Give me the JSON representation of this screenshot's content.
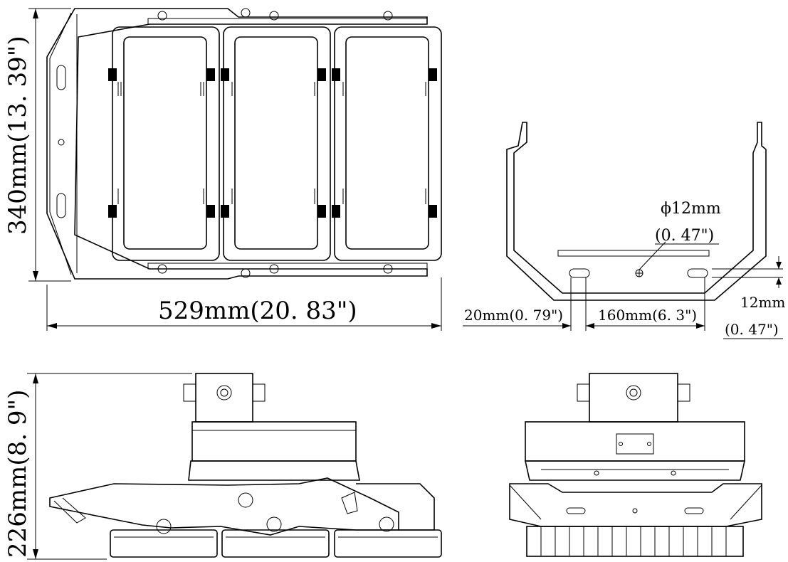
{
  "dimensions": {
    "height_top": "340mm(13. 39\")",
    "width_top": "529mm(20. 83\")",
    "hole_diameter": "ϕ12mm",
    "hole_diameter_in": "(0. 47\")",
    "slot_width": "20mm(0. 79\")",
    "slot_spacing": "160mm(6. 3\")",
    "offset": "12mm",
    "offset_in": "(0. 47\")",
    "height_side": "226mm(8. 9\")"
  }
}
